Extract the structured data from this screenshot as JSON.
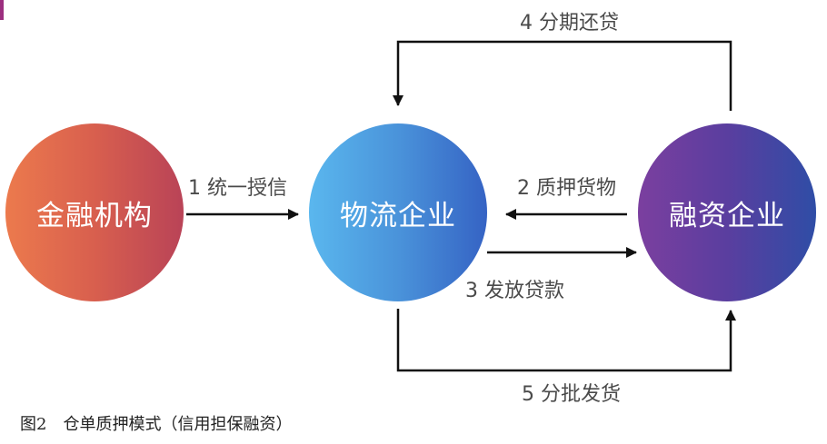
{
  "nodes": {
    "bank": "金融机构",
    "logistics": "物流企业",
    "financing": "融资企业"
  },
  "flows": {
    "step1": "1 统一授信",
    "step2": "2 质押货物",
    "step3": "3 发放贷款",
    "step4": "4 分期还贷",
    "step5": "5 分批发货"
  },
  "caption": "图2　仓单质押模式（信用担保融资）"
}
